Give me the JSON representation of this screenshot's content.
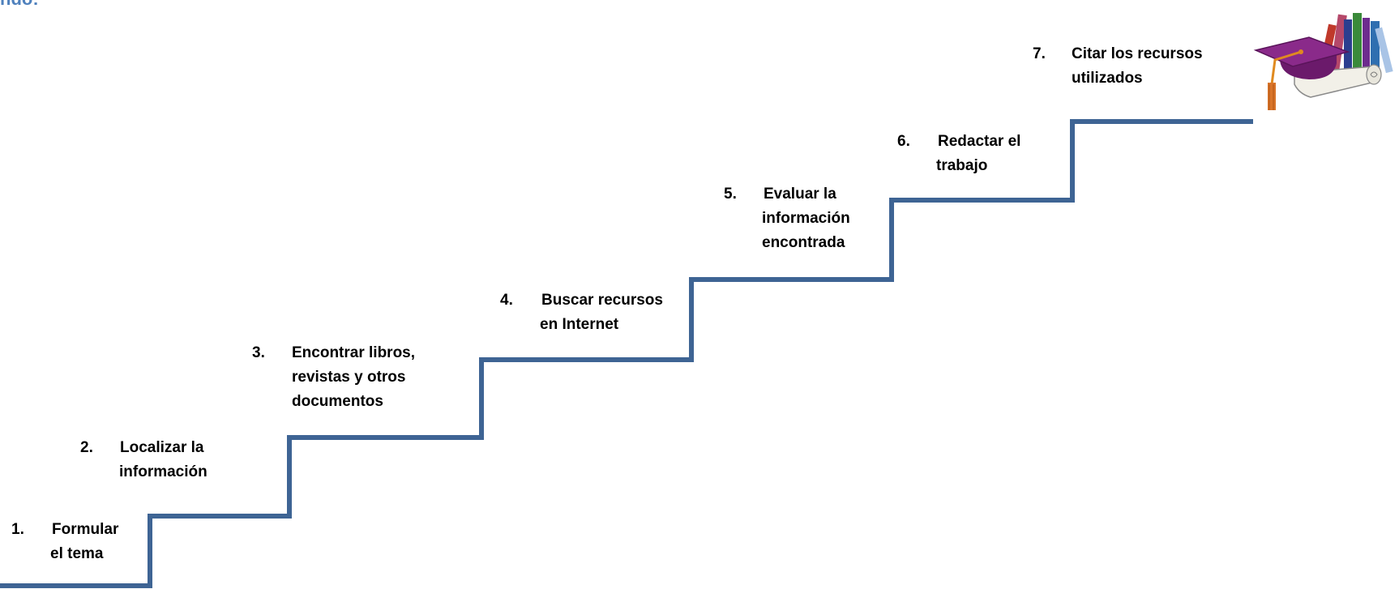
{
  "header_fragment": "ndo:",
  "staircase_color": "#3e6494",
  "steps": [
    {
      "number": "1.",
      "line1": "Formular",
      "line2": "el tema"
    },
    {
      "number": "2.",
      "line1": "Localizar la",
      "line2": "información"
    },
    {
      "number": "3.",
      "line1": "Encontrar libros,",
      "line2": "revistas y otros",
      "line3": "documentos"
    },
    {
      "number": "4.",
      "line1": "Buscar recursos",
      "line2": "en Internet"
    },
    {
      "number": "5.",
      "line1": "Evaluar la",
      "line2": "información",
      "line3": "encontrada"
    },
    {
      "number": "6.",
      "line1": "Redactar el",
      "line2": "trabajo"
    },
    {
      "number": "7.",
      "line1": "Citar los recursos",
      "line2": "utilizados"
    }
  ],
  "illustration": "graduation-cap-and-books-icon"
}
